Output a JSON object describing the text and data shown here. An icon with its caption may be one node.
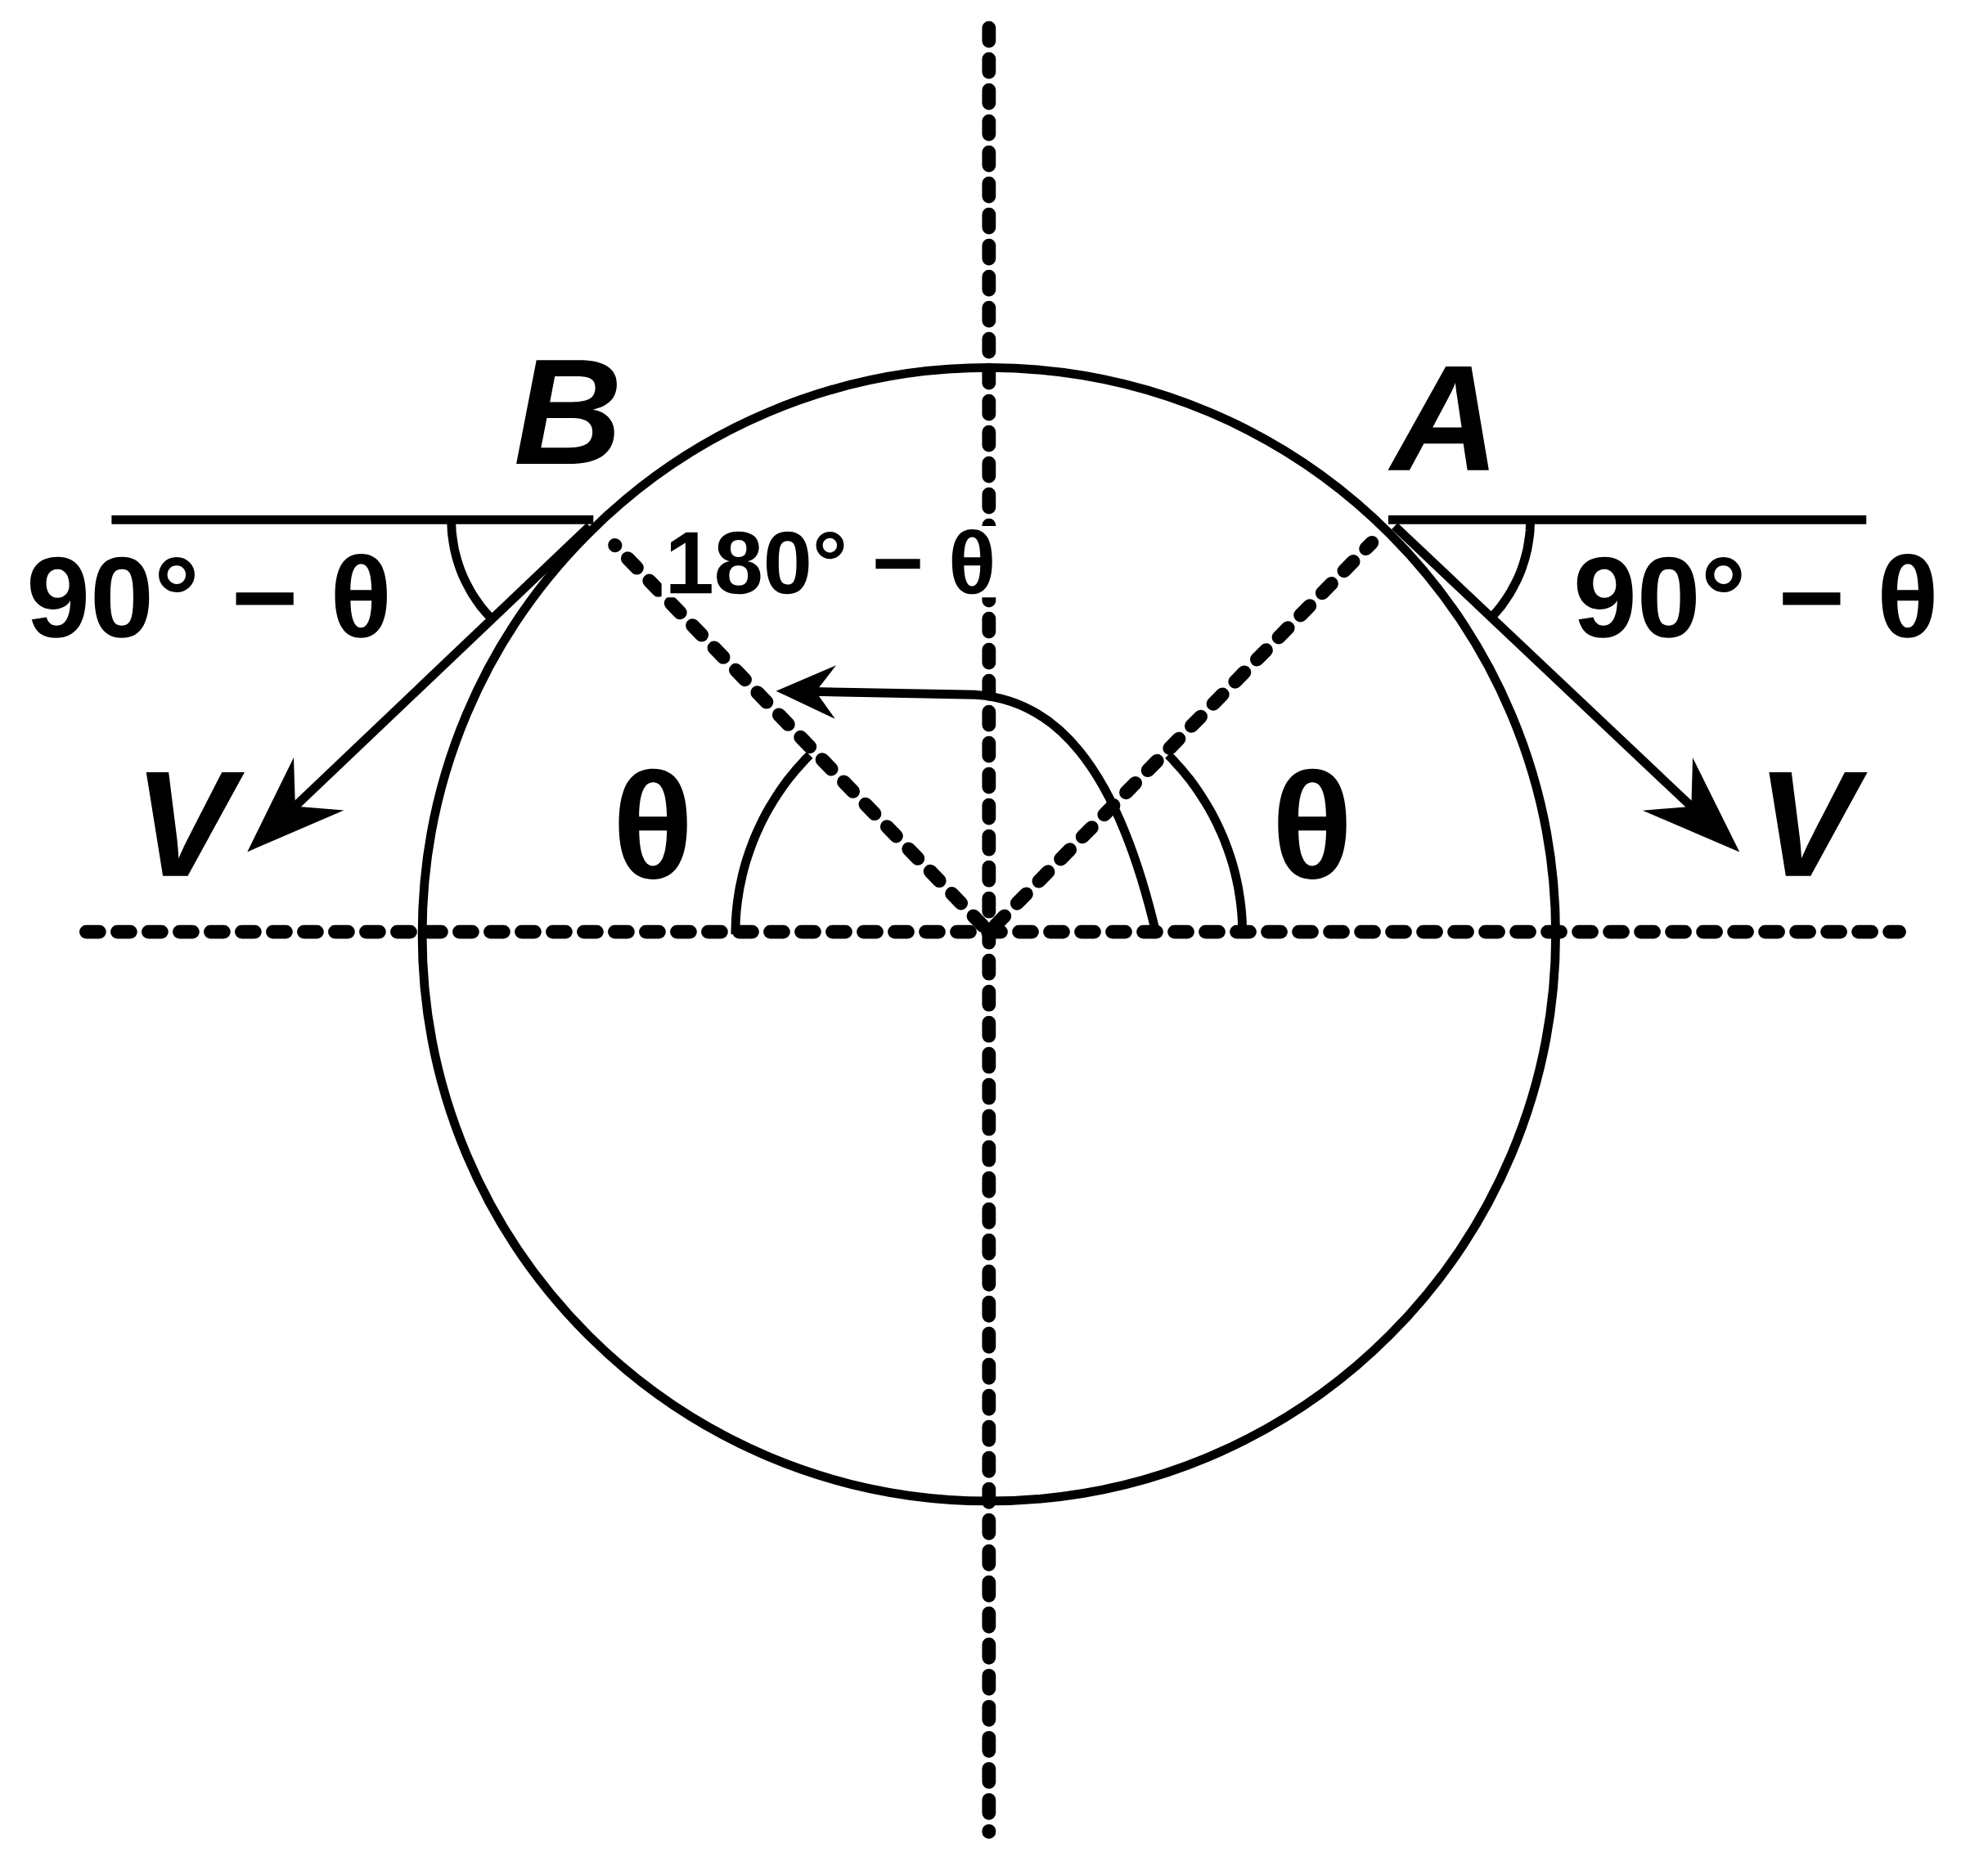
{
  "diagram": {
    "labels": [
      "B",
      "A",
      "90° − θ",
      "180° − θ",
      "90° − θ",
      "V",
      "θ",
      "θ",
      "V"
    ]
  }
}
